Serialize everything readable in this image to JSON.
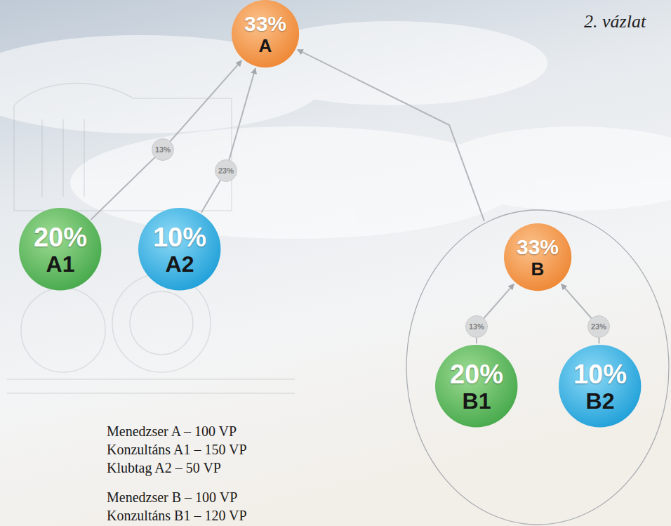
{
  "diagram": {
    "title": "2. vázlat",
    "nodes": [
      {
        "text": [
          "33%",
          "A"
        ]
      },
      {
        "text": [
          "20%",
          "A1"
        ]
      },
      {
        "text": [
          "10%",
          "A2"
        ]
      },
      {
        "text": []
      },
      {
        "text": [
          "33%",
          "B"
        ],
        "in": 3
      },
      {
        "text": [
          "20%",
          "B1"
        ],
        "in": 3
      },
      {
        "text": [
          "10%",
          "B2"
        ],
        "in": 3
      }
    ],
    "edges": [
      {
        "from": 1,
        "to": 0,
        "arrow": "to",
        "label": "13%"
      },
      {
        "from": 2,
        "to": 0,
        "arrow": "to",
        "label": "23%"
      },
      {
        "from": 3,
        "to": 0,
        "arrow": "to"
      },
      {
        "from": 5,
        "to": 4,
        "arrow": "to",
        "label": "13%"
      },
      {
        "from": 6,
        "to": 4,
        "arrow": "to",
        "label": "23%"
      }
    ],
    "labels": [
      "Menedzser A – 100 VP",
      "Konzultáns A1 – 150 VP",
      "Klubtag A2 – 50 VP",
      "Menedzser B – 100 VP",
      "Konzultáns B1 – 120 VP"
    ]
  }
}
